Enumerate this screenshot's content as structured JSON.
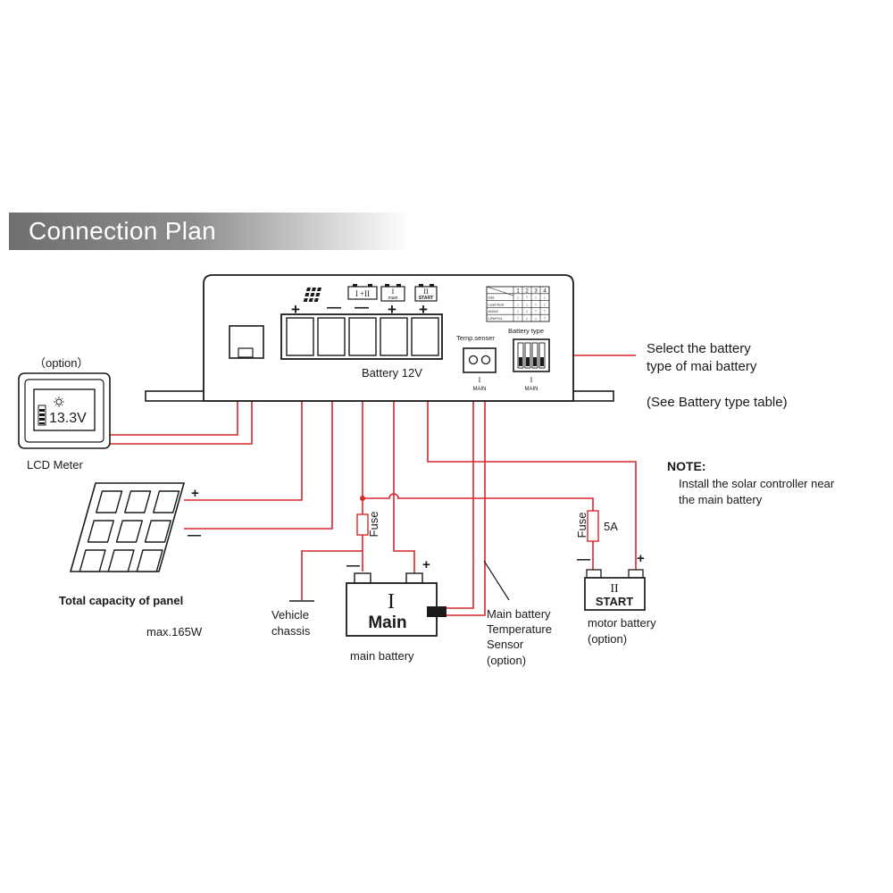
{
  "title": "Connection Plan",
  "controller": {
    "terminal_pv_plus": "+",
    "terminal_pv_minus": "—",
    "terminal_bat_minus": "—",
    "terminal_bat1_plus": "+",
    "terminal_bat2_plus": "+",
    "label_i_ii": "I +II",
    "label_main_i": "I",
    "label_main_sub": "main",
    "label_start_ii": "II",
    "label_start_sub": "START",
    "battery_voltage": "Battery 12V",
    "temp_sensor_label": "Temp.senser",
    "temp_main_roman": "I",
    "temp_main_text": "MAIN",
    "battery_type_label": "Battery type",
    "dip_main_roman": "I",
    "dip_main_text": "MAIN",
    "battery_table": {
      "headers": [
        "1",
        "2",
        "3",
        "4"
      ],
      "rows": [
        {
          "name": "GEL",
          "cells": [
            "↓",
            "↑",
            "↓",
            "↓"
          ]
        },
        {
          "name": "Lead Acid",
          "cells": [
            "↓",
            "↓",
            "↑",
            "↓"
          ]
        },
        {
          "name": "AGM2",
          "cells": [
            "↓",
            "↓",
            "↑",
            "↑"
          ]
        },
        {
          "name": "LiFePO4",
          "cells": [
            "↑",
            "↓",
            "↓",
            "↑"
          ]
        }
      ]
    }
  },
  "lcd": {
    "option_label": "（option）",
    "reading": "13.3V",
    "label": "LCD  Meter"
  },
  "panel": {
    "plus": "+",
    "minus": "—",
    "capacity_label": "Total capacity of panel",
    "capacity_value": "max.165W"
  },
  "main_battery": {
    "roman": "I",
    "name": "Main",
    "caption": "main battery",
    "minus": "—",
    "plus": "+",
    "fuse": "Fuse"
  },
  "chassis": {
    "line1": "Vehicle",
    "line2": "chassis"
  },
  "temp_sensor_note": {
    "line1": "Main battery",
    "line2": "Temperature",
    "line3": "Sensor",
    "line4": "(option)"
  },
  "motor_battery": {
    "roman": "II",
    "name": "START",
    "caption1": "motor battery",
    "caption2": "(option)",
    "fuse": "Fuse",
    "fuse_rating": "5A",
    "minus": "—",
    "plus": "+"
  },
  "battery_select": {
    "line1": "Select the battery",
    "line2": "type of mai battery",
    "line3": "(See Battery type table)"
  },
  "note": {
    "heading": "NOTE:",
    "line1": "Install the solar controller near",
    "line2": "the main battery"
  },
  "colors": {
    "wire": "#d9262b",
    "outline": "#1a1a1a",
    "title_bar": "#7a7a7a"
  }
}
